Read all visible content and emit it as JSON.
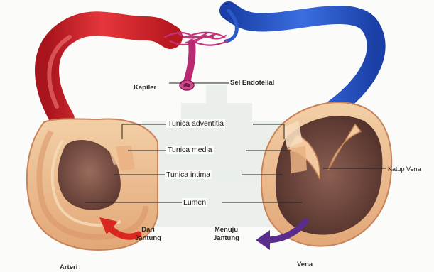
{
  "labels": {
    "kapiler": "Kapiler",
    "sel_endotelial": "Sel Endotelial",
    "tunica_adventitia": "Tunica adventitia",
    "tunica_media": "Tunica media",
    "tunica_intima": "Tunica intima",
    "lumen": "Lumen",
    "katup_vena": "Katup Vena",
    "dari_jantung_1": "Dari",
    "dari_jantung_2": "Jantung",
    "menuju_jantung_1": "Menuju",
    "menuju_jantung_2": "Jantung",
    "arteri": "Arteri",
    "vena": "Vena"
  },
  "colors": {
    "artery_red": "#d9262c",
    "vein_blue": "#1f4fc4",
    "capillary_pink": "#c2337a",
    "tissue_tan": "#e9b98f",
    "lumen_dark": "#7a5148",
    "arrow_red": "#d9261e",
    "arrow_purple": "#5a2d8c",
    "leader_line": "#222222"
  }
}
